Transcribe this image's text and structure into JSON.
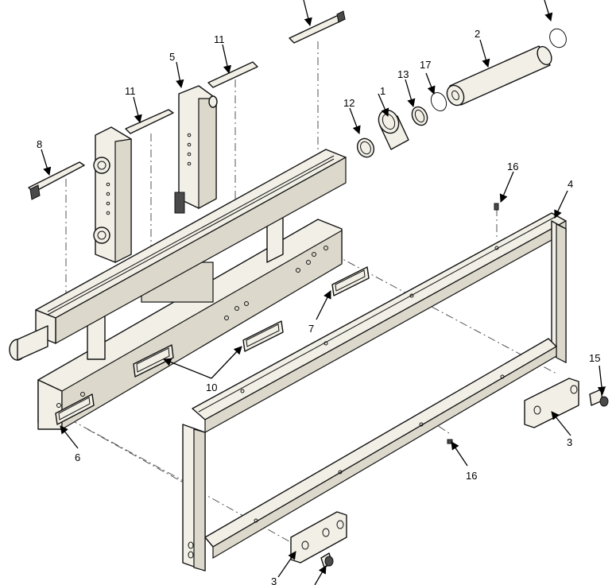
{
  "callouts": [
    "1",
    "2",
    "3",
    "4",
    "5",
    "6",
    "7",
    "8",
    "10",
    "11",
    "12",
    "13",
    "15",
    "16",
    "17"
  ]
}
